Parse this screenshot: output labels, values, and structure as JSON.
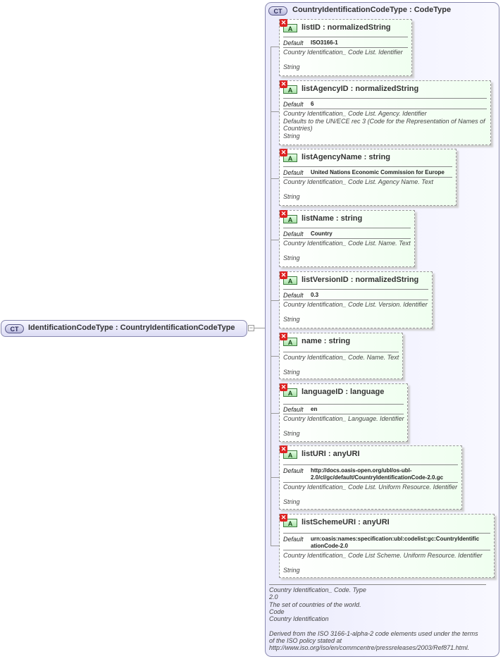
{
  "root": {
    "badge": "CT",
    "label": "IdentificationCodeType : CountryIdentificationCodeType",
    "collapse": "−"
  },
  "type": {
    "badge": "CT",
    "label": "CountryIdentificationCodeType : CodeType",
    "documentation": "Country Identification_ Code. Type\n2.0\nThe set of countries of the world.\nCode\nCountry Identification\n\nDerived from the ISO 3166-1-alpha-2 code elements used under the terms\nof the ISO policy stated at\nhttp://www.iso.org/iso/en/commcentre/pressreleases/2003/Ref871.html."
  },
  "icon": {
    "attr": "A",
    "x": "✕"
  },
  "default_label": "Default",
  "attributes": [
    {
      "name": "listID      : normalizedString",
      "default": "ISO3166-1",
      "doc": "Country Identification_ Code List. Identifier\n\nString"
    },
    {
      "name": "listAgencyID : normalizedString",
      "default": "6",
      "doc": "Country Identification_ Code List. Agency. Identifier\nDefaults to the UN/ECE rec 3 (Code for the Representation of Names of\nCountries)\nString"
    },
    {
      "name": "listAgencyName : string",
      "default": "United Nations Economic Commission for Europe",
      "doc": "Country Identification_ Code List. Agency Name. Text\n\nString"
    },
    {
      "name": "listName : string",
      "default": "Country",
      "doc": "Country Identification_ Code List. Name. Text\n\nString"
    },
    {
      "name": "listVersionID : normalizedString",
      "default": "0.3",
      "doc": "Country Identification_ Code List. Version. Identifier\n\nString"
    },
    {
      "name": "name       : string",
      "default": "",
      "doc": "Country Identification_ Code. Name. Text\n\nString"
    },
    {
      "name": "languageID : language",
      "default": "en",
      "doc": "Country Identification_ Language. Identifier\n\nString"
    },
    {
      "name": "listURI     : anyURI",
      "default": "http://docs.oasis-open.org/ubl/os-ubl-\n2.0/cl/gc/default/CountryIdentificationCode-2.0.gc",
      "doc": "Country Identification_ Code List. Uniform Resource. Identifier\n\nString"
    },
    {
      "name": "listSchemeURI : anyURI",
      "default": "urn:oasis:names:specification:ubl:codelist:gc:CountryIdentific\nationCode-2.0",
      "doc": "Country Identification_ Code List Scheme. Uniform Resource. Identifier\n\nString"
    }
  ]
}
